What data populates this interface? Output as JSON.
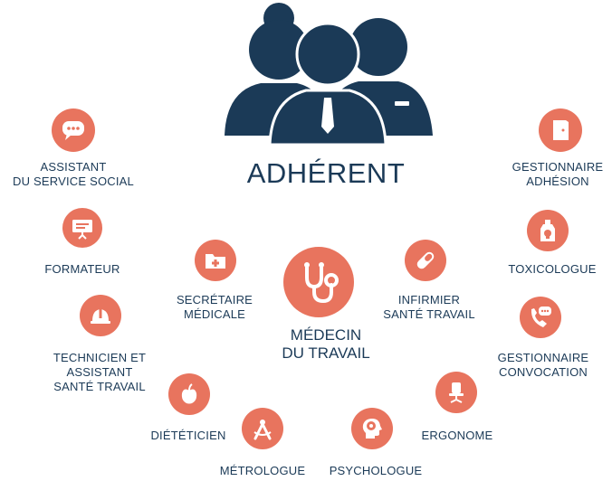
{
  "title": "ADHÉRENT",
  "center": {
    "label": "MÉDECIN\nDU TRAVAIL",
    "icon": "stethoscope-icon"
  },
  "colors": {
    "accent": "#e8745e",
    "navy": "#1b3a57"
  },
  "roles": {
    "assistant_social": {
      "label": "ASSISTANT\nDU SERVICE SOCIAL",
      "icon": "chat-bubbles-icon"
    },
    "formateur": {
      "label": "FORMATEUR",
      "icon": "presentation-board-icon"
    },
    "technicien": {
      "label": "TECHNICIEN ET\nASSISTANT\nSANTÉ TRAVAIL",
      "icon": "hard-hat-icon"
    },
    "dieteticien": {
      "label": "DIÉTÉTICIEN",
      "icon": "apple-icon"
    },
    "metrologue": {
      "label": "MÉTROLOGUE",
      "icon": "compass-icon"
    },
    "psychologue": {
      "label": "PSYCHOLOGUE",
      "icon": "head-brain-icon"
    },
    "ergonome": {
      "label": "ERGONOME",
      "icon": "office-chair-icon"
    },
    "gestionnaire_convocation": {
      "label": "GESTIONNAIRE\nCONVOCATION",
      "icon": "phone-chat-icon"
    },
    "toxicologue": {
      "label": "TOXICOLOGUE",
      "icon": "poison-bottle-icon"
    },
    "gestionnaire_adhesion": {
      "label": "GESTIONNAIRE\nADHÉSION",
      "icon": "door-icon"
    },
    "secretaire": {
      "label": "SECRÉTAIRE\nMÉDICALE",
      "icon": "medical-folder-icon"
    },
    "infirmier": {
      "label": "INFIRMIER\nSANTÉ TRAVAIL",
      "icon": "pill-capsule-icon"
    }
  }
}
